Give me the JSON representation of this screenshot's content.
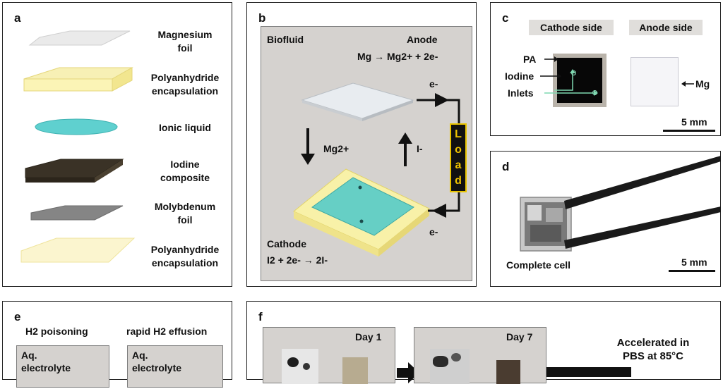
{
  "panel_a": {
    "letter": "a",
    "layers": [
      {
        "line1": "Magnesium",
        "line2": "foil"
      },
      {
        "line1": "Polyanhydride",
        "line2": "encapsulation"
      },
      {
        "line1": "Ionic liquid",
        "line2": ""
      },
      {
        "line1": "Iodine",
        "line2": "composite"
      },
      {
        "line1": "Molybdenum",
        "line2": "foil"
      },
      {
        "line1": "Polyanhydride",
        "line2": "encapsulation"
      }
    ]
  },
  "panel_b": {
    "letter": "b",
    "biofluid": "Biofluid",
    "anode": "Anode",
    "anode_reaction": "Mg → Mg2+ + 2e-",
    "cathode": "Cathode",
    "cathode_reaction": "I2 + 2e- → 2I-",
    "mg_ion": "Mg2+",
    "iodide": "I-",
    "electron_top": "e-",
    "electron_bottom": "e-",
    "load": [
      "L",
      "o",
      "a",
      "d"
    ]
  },
  "panel_c": {
    "letter": "c",
    "cathode_side": "Cathode side",
    "anode_side": "Anode side",
    "pa": "PA",
    "iodine": "Iodine",
    "inlets": "Inlets",
    "mg": "Mg",
    "scale": "5 mm"
  },
  "panel_d": {
    "letter": "d",
    "caption": "Complete cell",
    "scale": "5 mm"
  },
  "panel_e": {
    "letter": "e",
    "left_title": "H2 poisoning",
    "right_title": "rapid H2 effusion",
    "left_box": {
      "line1": "Aq.",
      "line2": "electrolyte"
    },
    "right_box": {
      "line1": "Aq.",
      "line2": "electrolyte"
    }
  },
  "panel_f": {
    "letter": "f",
    "day1": "Day 1",
    "day7": "Day 7",
    "accel_line1": "Accelerated in",
    "accel_line2": "PBS at 85°C"
  }
}
